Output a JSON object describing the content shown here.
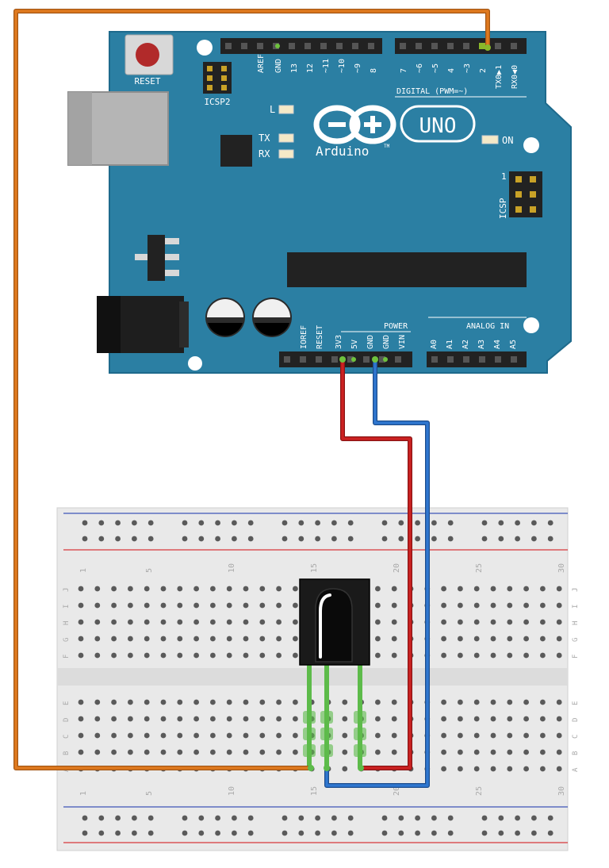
{
  "board": {
    "reset_label": "RESET",
    "icsp2_label": "ICSP2",
    "icsp_label": "ICSP",
    "icsp_pin1": "1",
    "led_l": "L",
    "led_tx": "TX",
    "led_rx": "RX",
    "on_label": "ON",
    "brand": "Arduino",
    "tm": "TM",
    "model": "UNO",
    "digital_label": "DIGITAL (PWM=~)",
    "power_label": "POWER",
    "analog_label": "ANALOG IN",
    "top_pins": [
      "AREF",
      "GND",
      "13",
      "12",
      "~11",
      "~10",
      "~9",
      "8",
      "7",
      "~6",
      "~5",
      "4",
      "~3",
      "2",
      "TX0▶1",
      "RX0◀0"
    ],
    "power_pins": [
      "IOREF",
      "RESET",
      "3V3",
      "5V",
      "GND",
      "GND",
      "VIN"
    ],
    "analog_pins": [
      "A0",
      "A1",
      "A2",
      "A3",
      "A4",
      "A5"
    ]
  },
  "breadboard": {
    "row_letters_top": [
      "J",
      "I",
      "H",
      "G",
      "F"
    ],
    "row_letters_bottom": [
      "E",
      "D",
      "C",
      "B",
      "A"
    ],
    "column_numbers": [
      "1",
      "5",
      "10",
      "15",
      "20",
      "25",
      "30"
    ]
  },
  "colors": {
    "board": "#2b7fa3",
    "signal_wire": "#e07a1f",
    "power_wire": "#cc2222",
    "ground_wire": "#2f77d0",
    "leg_green": "#5dbb4a"
  }
}
